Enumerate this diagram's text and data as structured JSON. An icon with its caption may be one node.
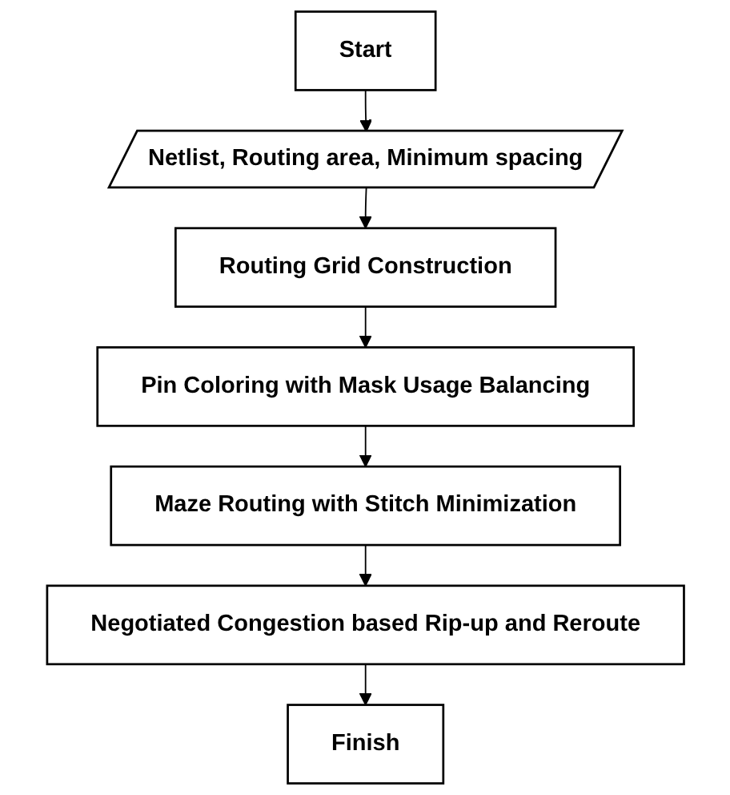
{
  "diagram": {
    "nodes": [
      {
        "text": [
          "Start"
        ]
      },
      {
        "text": [
          "Netlist, Routing area, Minimum spacing"
        ]
      },
      {
        "text": [
          "Routing Grid Construction"
        ]
      },
      {
        "text": [
          "Pin Coloring with Mask Usage Balancing"
        ]
      },
      {
        "text": [
          "Maze Routing with Stitch Minimization"
        ]
      },
      {
        "text": [
          "Negotiated Congestion based Rip-up and Reroute"
        ]
      },
      {
        "text": [
          "Finish"
        ]
      }
    ],
    "edges": [
      {
        "from": 0,
        "to": 1,
        "arrow": "to"
      },
      {
        "from": 1,
        "to": 2,
        "arrow": "to"
      },
      {
        "from": 2,
        "to": 3,
        "arrow": "to"
      },
      {
        "from": 3,
        "to": 4,
        "arrow": "to"
      },
      {
        "from": 4,
        "to": 5,
        "arrow": "to"
      },
      {
        "from": 5,
        "to": 6,
        "arrow": "to"
      }
    ]
  }
}
